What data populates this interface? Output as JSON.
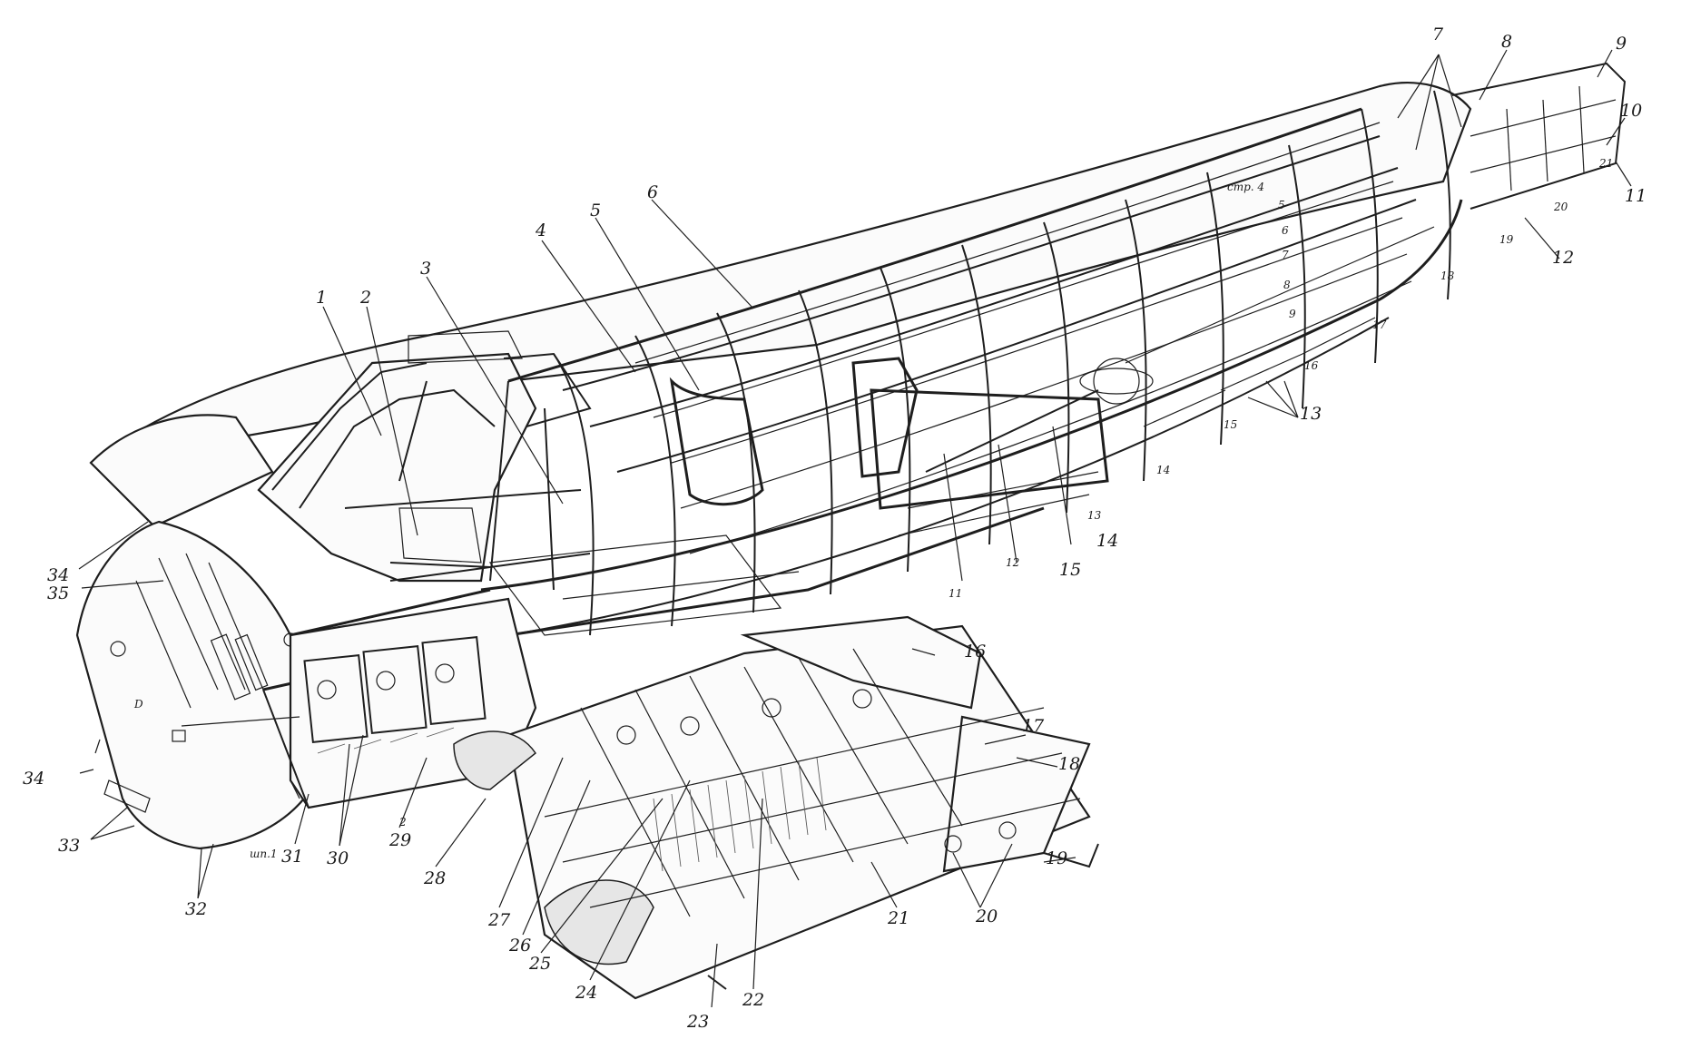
{
  "labels": {
    "l1": "1",
    "l2": "2",
    "l3": "3",
    "l4": "4",
    "l5": "5",
    "l6": "6",
    "l7": "7",
    "l8": "8",
    "l9": "9",
    "l10": "10",
    "l11": "11",
    "l12": "12",
    "l13": "13",
    "l14": "14",
    "l15": "15",
    "l16": "16",
    "l17": "17",
    "l18": "18",
    "l19": "19",
    "l20": "20",
    "l21": "21",
    "l22": "22",
    "l23": "23",
    "l24": "24",
    "l25": "25",
    "l26": "26",
    "l27": "27",
    "l28": "28",
    "l29": "29",
    "l30": "30",
    "l31": "31",
    "l32": "32",
    "l33": "33",
    "l34a": "34",
    "l34b": "34",
    "l35": "35"
  },
  "inner_labels": {
    "stringer4": "стр. 4",
    "s5": "5",
    "s6": "6",
    "s7": "7",
    "s8": "8",
    "s9": "9",
    "f11": "11",
    "f12": "12",
    "f13": "13",
    "f14": "14",
    "f15": "15",
    "f16": "16",
    "f17": "17",
    "f18": "18",
    "f19": "19",
    "f20": "20",
    "f21": "21",
    "frame1": "шп.1",
    "l2": "2",
    "dmark": "D"
  }
}
